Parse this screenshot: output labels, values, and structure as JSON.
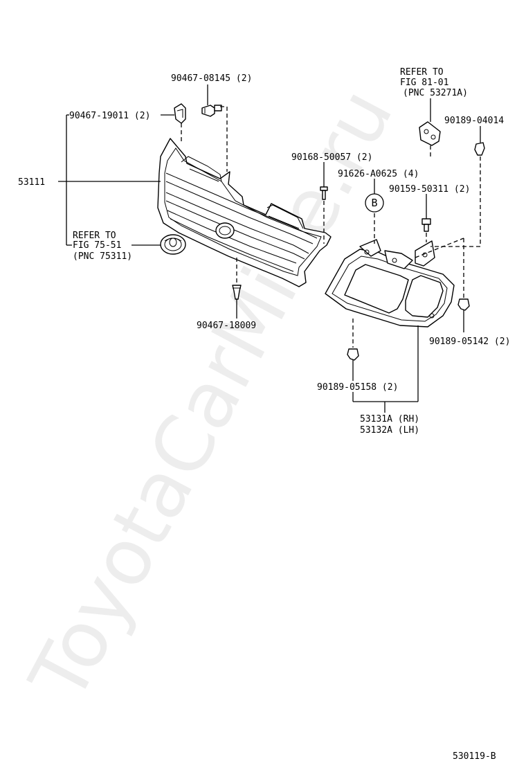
{
  "watermark": "ToyotaCarMine.ru",
  "figure_id": "530119-B",
  "callouts": {
    "p1": "90467-08145 (2)",
    "p2": "90467-19011 (2)",
    "p3": "53111",
    "p4": "REFER TO",
    "p4b": "FIG 75-51",
    "p4c": "(PNC 75311)",
    "p5": "90467-18009",
    "p6": "REFER TO",
    "p6b": "FIG 81-01",
    "p6c": "(PNC 53271A)",
    "p7": "90189-04014",
    "p8": "90168-50057 (2)",
    "p9": "91626-A0625 (4)",
    "p10": "90159-50311 (2)",
    "p11": "90189-05142 (2)",
    "p12": "90189-05158 (2)",
    "p13": "53131A (RH)",
    "p14": "53132A (LH)",
    "marker_b": "B"
  }
}
